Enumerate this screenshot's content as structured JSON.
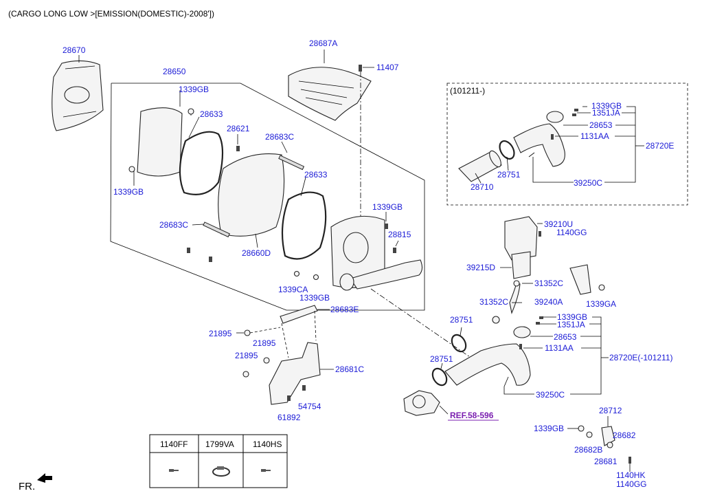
{
  "header": {
    "title": "(CARGO LONG LOW >[EMISSION(DOMESTIC)-2008'])"
  },
  "inset_label": "(101211-)",
  "ref_link": "REF.58-596",
  "footer": {
    "direction": "FR."
  },
  "table": {
    "headers": [
      "1140FF",
      "1799VA",
      "1140HS"
    ]
  },
  "labels": {
    "p28670": "28670",
    "p28687A": "28687A",
    "p11407": "11407",
    "p28650": "28650",
    "p1339GB_a": "1339GB",
    "p28633_a": "28633",
    "p28621": "28621",
    "p28683C_a": "28683C",
    "p28633_b": "28633",
    "p1339GB_b": "1339GB",
    "p28683C_b": "28683C",
    "p28660D": "28660D",
    "p1339GB_c": "1339GB",
    "p28815": "28815",
    "p1339CA": "1339CA",
    "p1339GB_d": "1339GB",
    "p28683E": "28683E",
    "p21895_a": "21895",
    "p21895_b": "21895",
    "p21895_c": "21895",
    "p28681C": "28681C",
    "p54754": "54754",
    "p61892": "61892",
    "i1339GB": "1339GB",
    "i1351JA": "1351JA",
    "i28653": "28653",
    "i1131AA": "1131AA",
    "i28720E": "28720E",
    "i28751": "28751",
    "i28710": "28710",
    "i39250C": "39250C",
    "p39210U": "39210U",
    "p1140GG_a": "1140GG",
    "p39215D": "39215D",
    "p31352C_a": "31352C",
    "p1339GA": "1339GA",
    "p31352C_b": "31352C",
    "p39240A": "39240A",
    "p28751_a": "28751",
    "p1339GB_e": "1339GB",
    "p1351JA": "1351JA",
    "p28653": "28653",
    "p1131AA": "1131AA",
    "p28720E_101211": "28720E(-101211)",
    "p28751_b": "28751",
    "p39250C": "39250C",
    "p28712": "28712",
    "p1339GB_f": "1339GB",
    "p28682": "28682",
    "p28682B": "28682B",
    "p28681": "28681",
    "p1140HK": "1140HK",
    "p1140GG_b": "1140GG"
  }
}
